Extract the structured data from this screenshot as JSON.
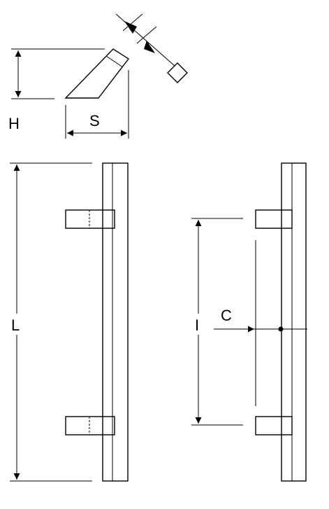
{
  "labels": {
    "height": "H",
    "offset": "S",
    "length": "L",
    "center_distance": "I",
    "center": "C"
  },
  "section_symbol": "square-section-symbol",
  "colors": {
    "line": "#000000",
    "background": "#ffffff"
  }
}
